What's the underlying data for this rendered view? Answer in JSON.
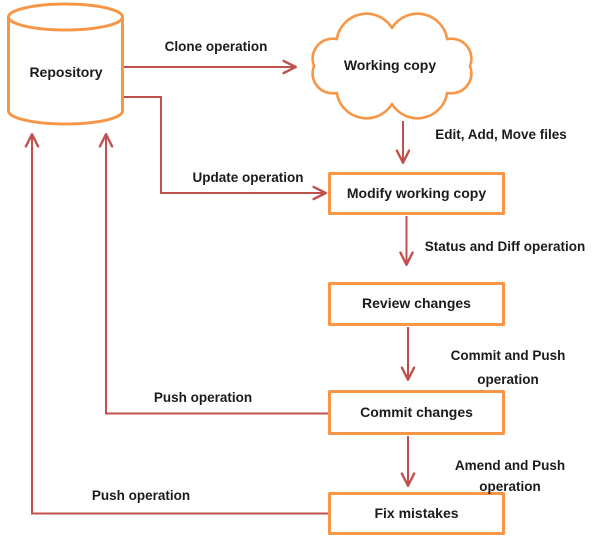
{
  "diagram": {
    "nodes": {
      "repository": {
        "label": "Repository",
        "shape": "cylinder"
      },
      "working_copy": {
        "label": "Working copy",
        "shape": "cloud"
      },
      "modify_working_copy": {
        "label": "Modify working copy",
        "shape": "rectangle"
      },
      "review_changes": {
        "label": "Review changes",
        "shape": "rectangle"
      },
      "commit_changes": {
        "label": "Commit changes",
        "shape": "rectangle"
      },
      "fix_mistakes": {
        "label": "Fix mistakes",
        "shape": "rectangle"
      }
    },
    "edges": {
      "clone": {
        "label": "Clone operation",
        "from": "repository",
        "to": "working_copy"
      },
      "edit_add_move": {
        "label": "Edit, Add, Move files",
        "from": "working_copy",
        "to": "modify_working_copy"
      },
      "update": {
        "label": "Update operation",
        "from": "repository",
        "to": "modify_working_copy"
      },
      "status_diff": {
        "label": "Status and Diff operation",
        "from": "modify_working_copy",
        "to": "review_changes"
      },
      "commit_push": {
        "label_line1": "Commit and Push",
        "label_line2": "operation",
        "from": "review_changes",
        "to": "commit_changes"
      },
      "push_from_commit": {
        "label": "Push operation",
        "from": "commit_changes",
        "to": "repository"
      },
      "amend_push": {
        "label_line1": "Amend and Push",
        "label_line2": "operation",
        "from": "commit_changes",
        "to": "fix_mistakes"
      },
      "push_from_fix": {
        "label": "Push operation",
        "from": "fix_mistakes",
        "to": "repository"
      }
    },
    "colors": {
      "shape_outline": "#F79646",
      "arrow": "#C0504D",
      "label_text": "#1B1B1B",
      "background": "#FFFFFF"
    }
  }
}
